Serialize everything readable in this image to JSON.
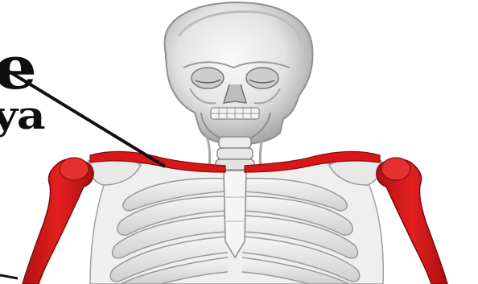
{
  "figure": {
    "labels": {
      "top_partial": "e",
      "bottom_partial": "ya"
    },
    "highlighted_bones": [
      "clavicle",
      "humerus"
    ],
    "colors": {
      "highlight_red": "#d81818",
      "bone_light": "#f2f2f2",
      "bone_shadow": "#8a8a8a",
      "leader_line": "#111111",
      "label_text": "#0f0f12"
    }
  }
}
